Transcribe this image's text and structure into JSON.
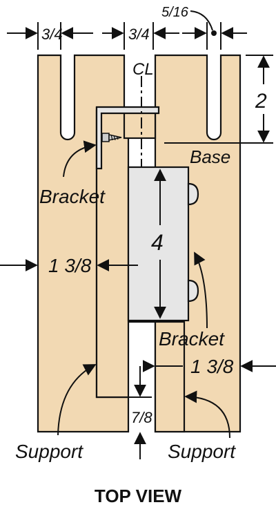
{
  "dimensions": {
    "top_left": "3/4",
    "top_mid": "3/4",
    "top_right": "5/16",
    "right_height": "2",
    "bracket_height": "4",
    "left_width": "1 3/8",
    "right_width": "1 3/8",
    "bottom_gap": "7/8"
  },
  "symbols": {
    "centerline": "CL"
  },
  "labels": {
    "base": "Base",
    "bracket_left": "Bracket",
    "bracket_right": "Bracket",
    "support_left": "Support",
    "support_right": "Support"
  },
  "title": "TOP VIEW",
  "colors": {
    "wood": "#f2d9b3",
    "metal": "#e6e6e6",
    "ink": "#111111"
  }
}
